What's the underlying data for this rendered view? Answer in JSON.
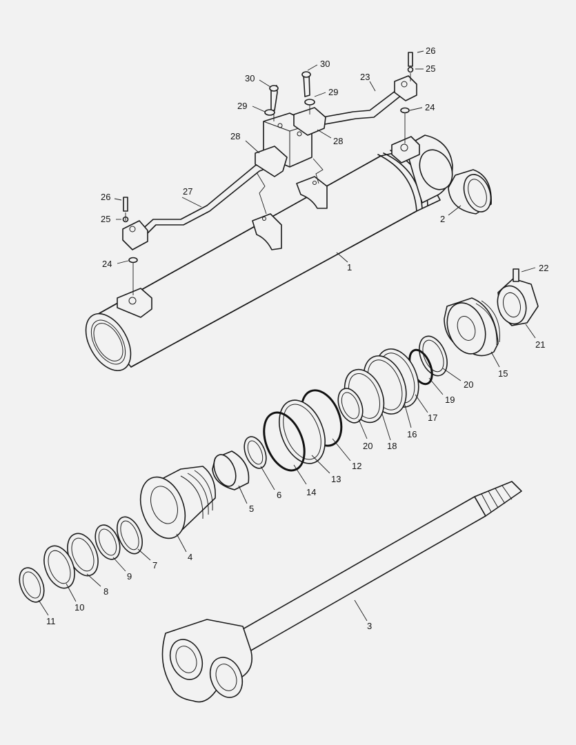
{
  "diagram": {
    "background": "#f2f2f2",
    "line_color": "#1a1a1a",
    "callouts": [
      {
        "id": "label-1",
        "text": "1"
      },
      {
        "id": "label-2",
        "text": "2"
      },
      {
        "id": "label-3",
        "text": "3"
      },
      {
        "id": "label-4",
        "text": "4"
      },
      {
        "id": "label-5",
        "text": "5"
      },
      {
        "id": "label-6",
        "text": "6"
      },
      {
        "id": "label-7",
        "text": "7"
      },
      {
        "id": "label-8",
        "text": "8"
      },
      {
        "id": "label-9",
        "text": "9"
      },
      {
        "id": "label-10",
        "text": "10"
      },
      {
        "id": "label-11",
        "text": "11"
      },
      {
        "id": "label-12",
        "text": "12"
      },
      {
        "id": "label-13",
        "text": "13"
      },
      {
        "id": "label-14",
        "text": "14"
      },
      {
        "id": "label-15",
        "text": "15"
      },
      {
        "id": "label-16",
        "text": "16"
      },
      {
        "id": "label-17",
        "text": "17"
      },
      {
        "id": "label-18",
        "text": "18"
      },
      {
        "id": "label-19",
        "text": "19"
      },
      {
        "id": "label-20a",
        "text": "20"
      },
      {
        "id": "label-20b",
        "text": "20"
      },
      {
        "id": "label-21",
        "text": "21"
      },
      {
        "id": "label-22",
        "text": "22"
      },
      {
        "id": "label-23",
        "text": "23"
      },
      {
        "id": "label-24a",
        "text": "24"
      },
      {
        "id": "label-24b",
        "text": "24"
      },
      {
        "id": "label-25a",
        "text": "25"
      },
      {
        "id": "label-25b",
        "text": "25"
      },
      {
        "id": "label-26a",
        "text": "26"
      },
      {
        "id": "label-26b",
        "text": "26"
      },
      {
        "id": "label-27",
        "text": "27"
      },
      {
        "id": "label-28a",
        "text": "28"
      },
      {
        "id": "label-28b",
        "text": "28"
      },
      {
        "id": "label-29a",
        "text": "29"
      },
      {
        "id": "label-29b",
        "text": "29"
      },
      {
        "id": "label-30a",
        "text": "30"
      },
      {
        "id": "label-30b",
        "text": "30"
      }
    ]
  }
}
